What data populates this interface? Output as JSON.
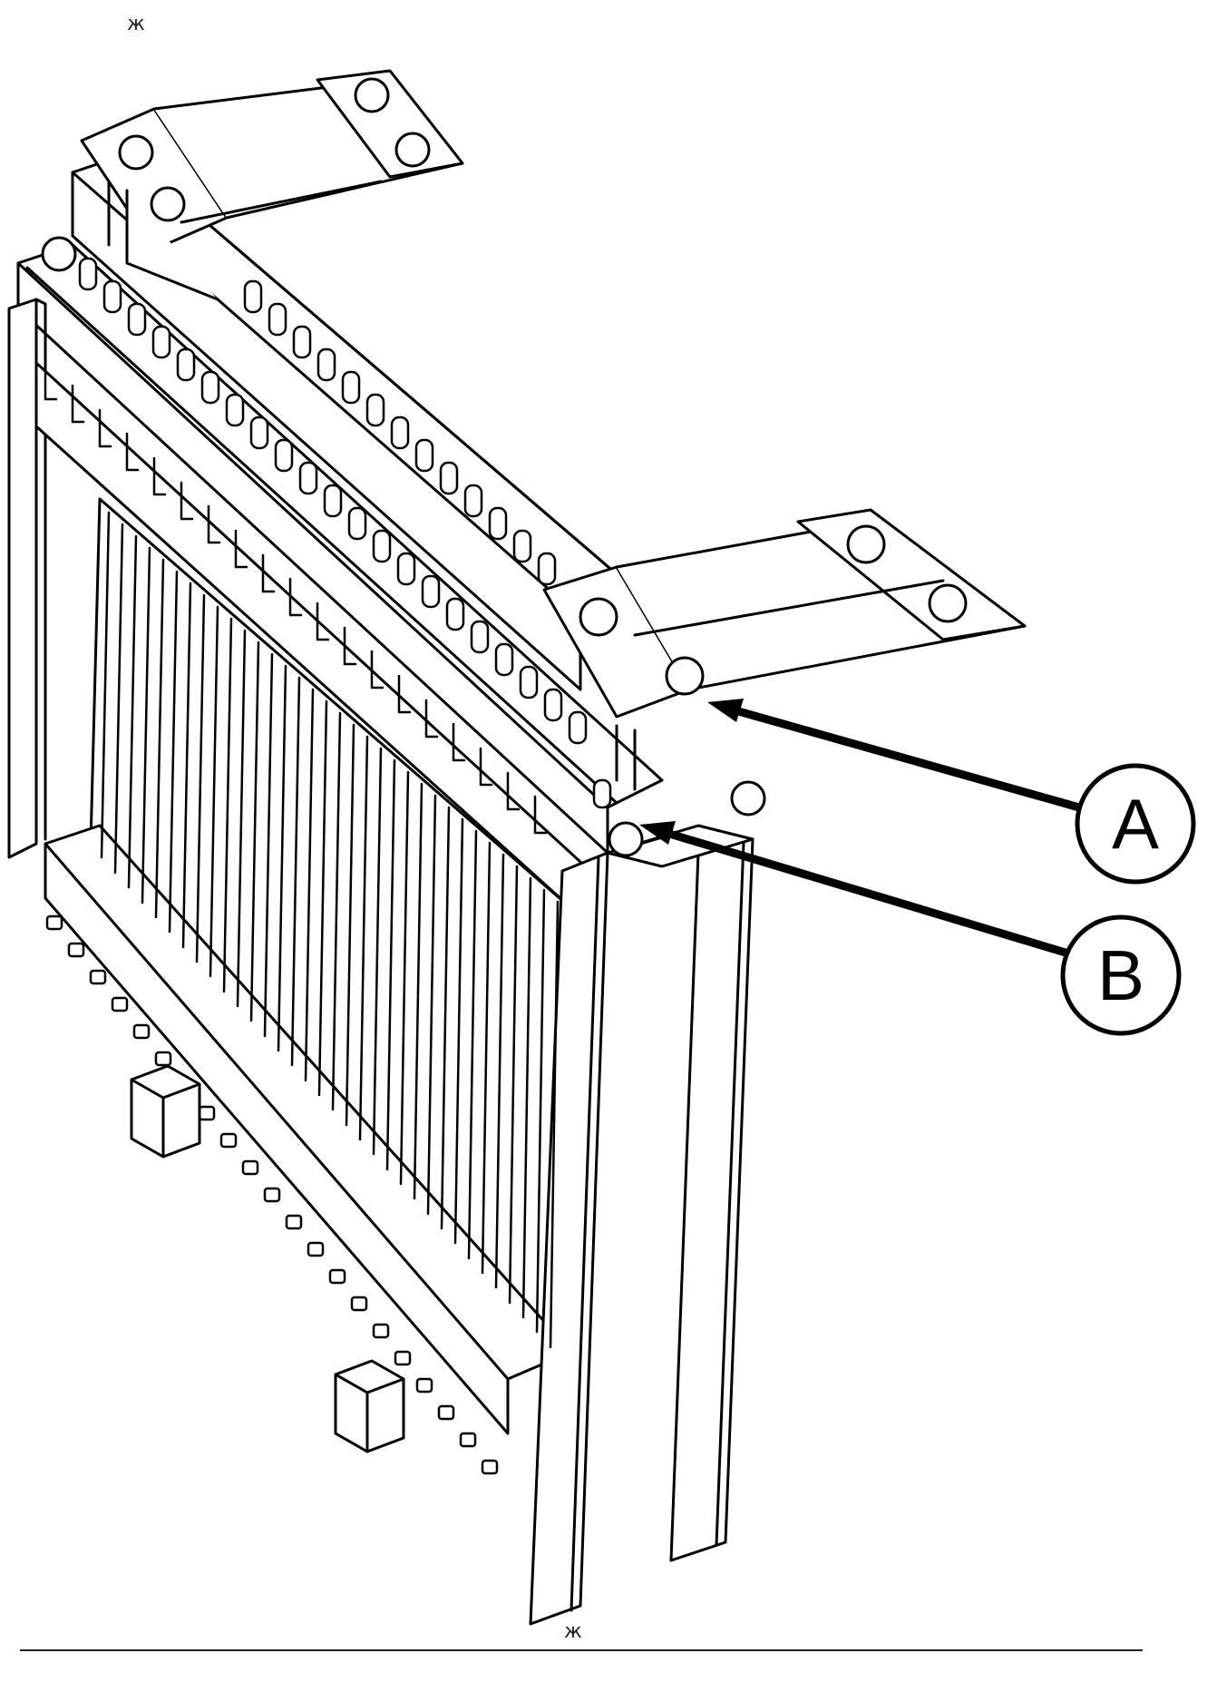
{
  "marks": {
    "top": "ж",
    "bottom": "ж"
  },
  "callouts": [
    {
      "id": "A",
      "label": "A"
    },
    {
      "id": "B",
      "label": "B"
    }
  ]
}
